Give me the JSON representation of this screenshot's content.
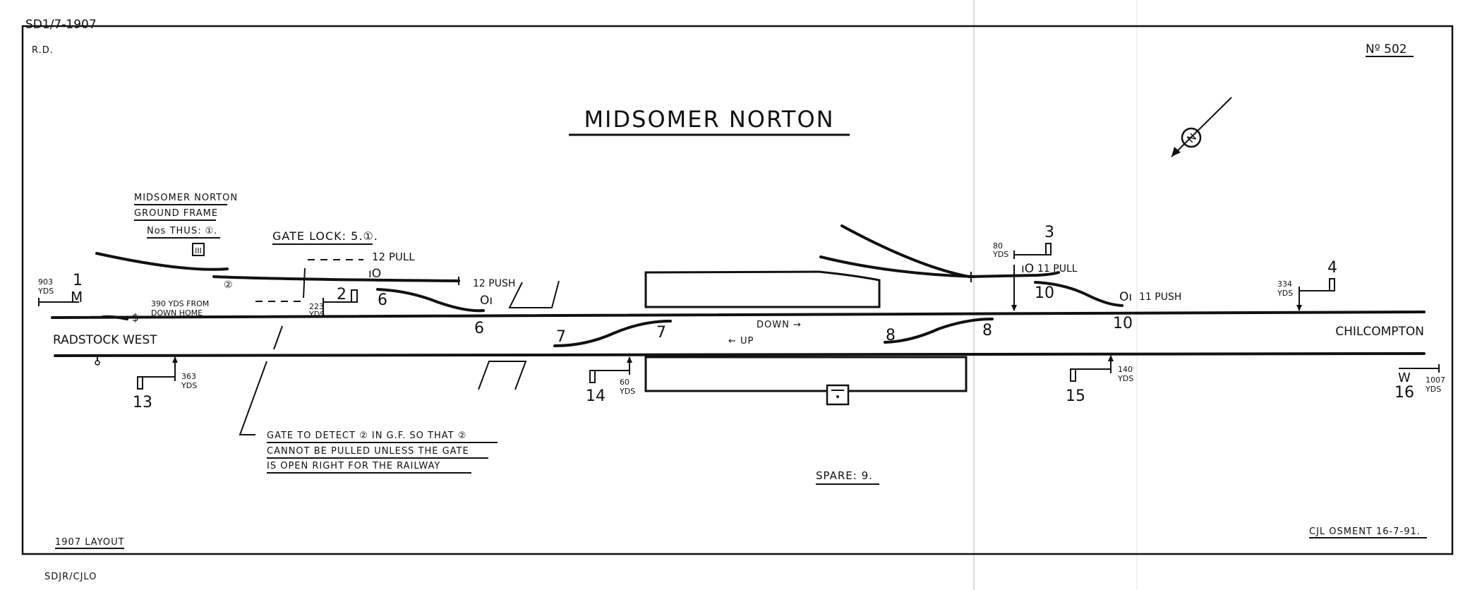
{
  "header": {
    "ref_top": "SD1/7-1907",
    "rd": "R.D.",
    "number": "Nº 502",
    "title": "MIDSOMER NORTON"
  },
  "ground_frame": {
    "line1": "MIDSOMER NORTON",
    "line2": "GROUND FRAME",
    "line3": "Nos THUS: ①.",
    "box_label": "III"
  },
  "gate_lock": "GATE LOCK: 5.①.",
  "stations": {
    "left": "RADSTOCK WEST",
    "right": "CHILCOMPTON"
  },
  "directions": {
    "down": "DOWN →",
    "up": "← UP"
  },
  "signals": [
    {
      "number": "1",
      "type": "M",
      "distance": "903",
      "unit": "YDS"
    },
    {
      "number": "2",
      "distance": "223",
      "unit": "YDS"
    },
    {
      "number": "3",
      "distance": "80",
      "unit": "YDS"
    },
    {
      "number": "4",
      "distance": "334",
      "unit": "YDS"
    },
    {
      "number": "13",
      "distance": "363",
      "unit": "YDS"
    },
    {
      "number": "14",
      "distance": "60",
      "unit": "YDS"
    },
    {
      "number": "15",
      "distance": "140",
      "unit": "YDS"
    },
    {
      "number": "16",
      "type": "W",
      "distance": "1007",
      "unit": "YDS"
    }
  ],
  "points": {
    "p6": "6",
    "p7": "7",
    "p8": "8",
    "p10": "10",
    "gf2": "②"
  },
  "levers": {
    "pull12": "12 PULL",
    "push12": "12 PUSH",
    "pull11": "11 PULL",
    "push11": "11 PUSH"
  },
  "notes": {
    "catch_point": "390 YDS FROM",
    "catch_point2": "DOWN HOME",
    "gate1": "GATE TO DETECT ② IN G.F. SO THAT ②",
    "gate2": "CANNOT BE PULLED UNLESS THE GATE",
    "gate3": "IS OPEN RIGHT FOR THE RAILWAY",
    "spare": "SPARE: 9."
  },
  "footer": {
    "layout": "1907 LAYOUT",
    "author": "CJL OSMENT 16-7-91.",
    "ref_bottom": "SDJR/CJLO"
  }
}
